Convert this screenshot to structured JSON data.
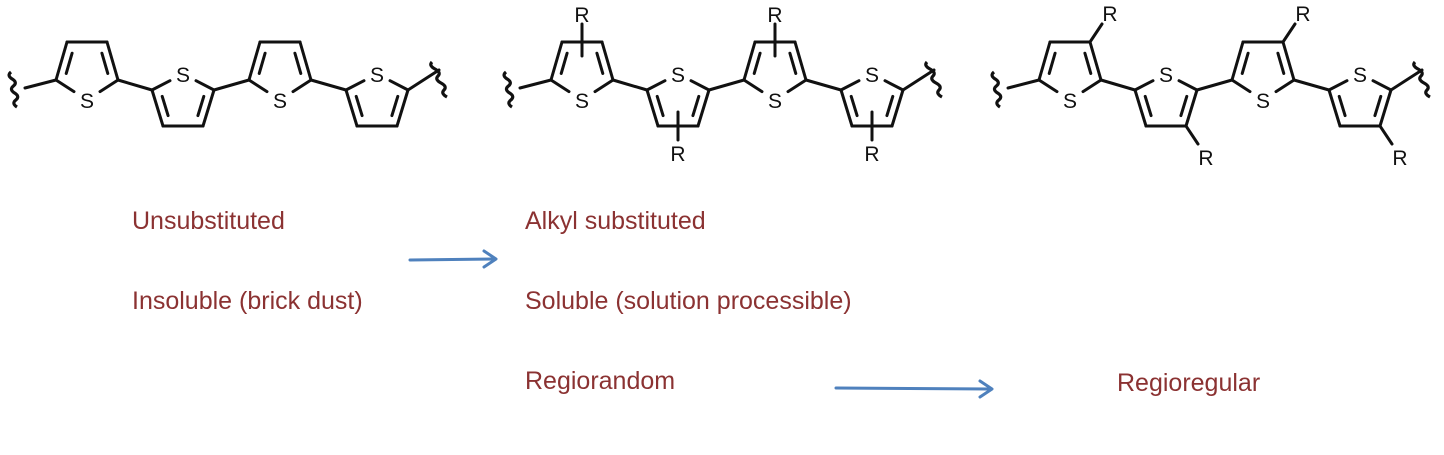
{
  "atom_labels": {
    "sulfur": "S",
    "substituent": "R"
  },
  "structures": [
    {
      "name": "unsubstituted-polythiophene",
      "substitution": "none"
    },
    {
      "name": "regiorandom-polythiophene",
      "substitution": "floating"
    },
    {
      "name": "regioregular-polythiophene",
      "substitution": "fixed"
    }
  ],
  "labels": {
    "unsubstituted": "Unsubstituted",
    "insoluble": "Insoluble (brick dust)",
    "alkyl_substituted": "Alkyl substituted",
    "soluble": "Soluble (solution  processible)",
    "regiorandom": "Regiorandom",
    "regioregular": "Regioregular"
  },
  "colors": {
    "text": "#8b3232",
    "arrow": "#4f81bd",
    "bond": "#111111"
  }
}
